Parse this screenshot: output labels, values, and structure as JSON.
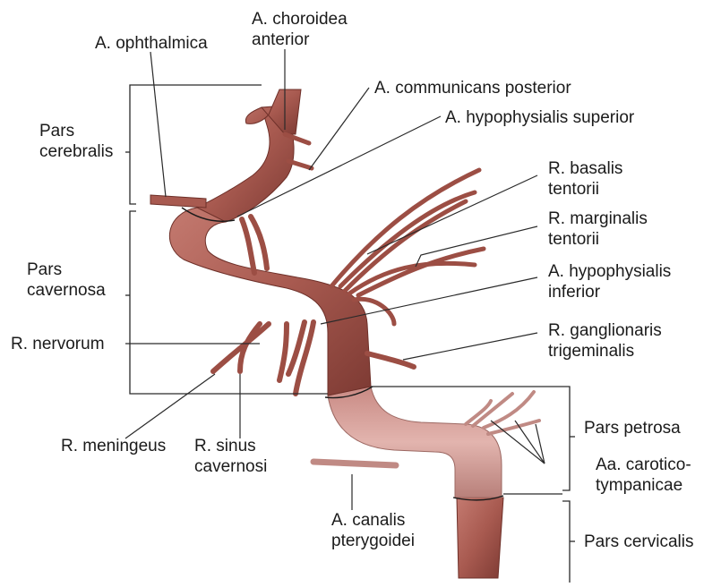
{
  "labels": {
    "ophthalmica": "A. ophthalmica",
    "choroidea": [
      "A. choroidea",
      "anterior"
    ],
    "communicans": "A. communicans posterior",
    "hypophysialis_superior": "A. hypophysialis superior",
    "basalis": [
      "R. basalis",
      "tentorii"
    ],
    "marginalis": [
      "R. marginalis",
      "tentorii"
    ],
    "hypophysialis_inferior": [
      "A. hypophysialis",
      "inferior"
    ],
    "ganglionaris": [
      "R. ganglionaris",
      "trigeminalis"
    ],
    "pars_cerebralis": [
      "Pars",
      "cerebralis"
    ],
    "pars_cavernosa": [
      "Pars",
      "cavernosa"
    ],
    "nervorum": "R. nervorum",
    "meningeus": "R. meningeus",
    "sinus": [
      "R. sinus",
      "cavernosi"
    ],
    "canalis": [
      "A. canalis",
      "pterygoidei"
    ],
    "pars_petrosa": "Pars petrosa",
    "caroticotympanicae": [
      "Aa. carotico-",
      "tympanicae"
    ],
    "pars_cervicalis": "Pars cervicalis"
  },
  "colors": {
    "artery": "#a85a50",
    "artery_dark": "#7d3a33",
    "artery_light": "#c98a80",
    "petrous": "#d8a6a0",
    "petrous_dark": "#b8807a",
    "line": "#2a2a2a"
  }
}
